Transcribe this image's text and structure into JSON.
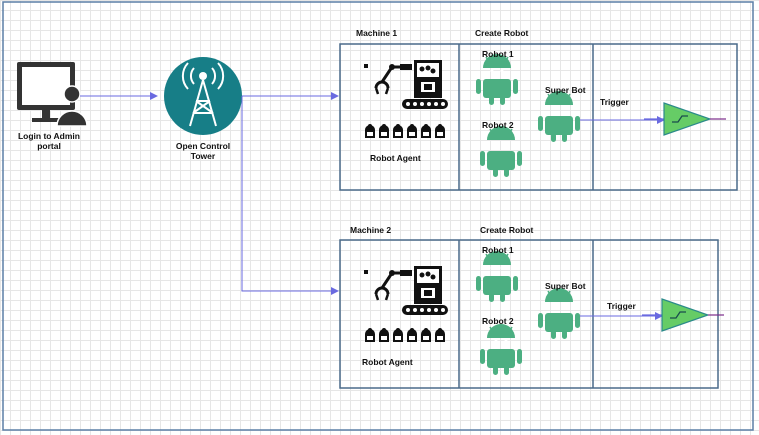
{
  "user": {
    "label": "Login to Admin portal"
  },
  "tower": {
    "label": "Open Control Tower"
  },
  "machines": [
    {
      "title": "Machine 1",
      "create_label": "Create Robot",
      "robot1": "Robot 1",
      "robot2": "Robot 2",
      "super_bot": "Super Bot",
      "trigger": "Trigger",
      "agent": "Robot Agent"
    },
    {
      "title": "Machine 2",
      "create_label": "Create Robot",
      "robot1": "Robot 1",
      "robot2": "Robot 2",
      "super_bot": "Super Bot",
      "trigger": "Trigger",
      "agent": "Robot Agent"
    }
  ],
  "colors": {
    "box_border": "#4a6a8a",
    "outer_border": "#5b7fa6",
    "arrow": "#6a6ae0",
    "android": "#4caf82",
    "tower": "#177e87",
    "trigger_fill": "#66cc66",
    "trigger_border": "#2b8a8a"
  },
  "icons": [
    "monitor-user-icon",
    "tower-icon",
    "robot-arm-icon",
    "android-icon",
    "trigger-icon"
  ]
}
